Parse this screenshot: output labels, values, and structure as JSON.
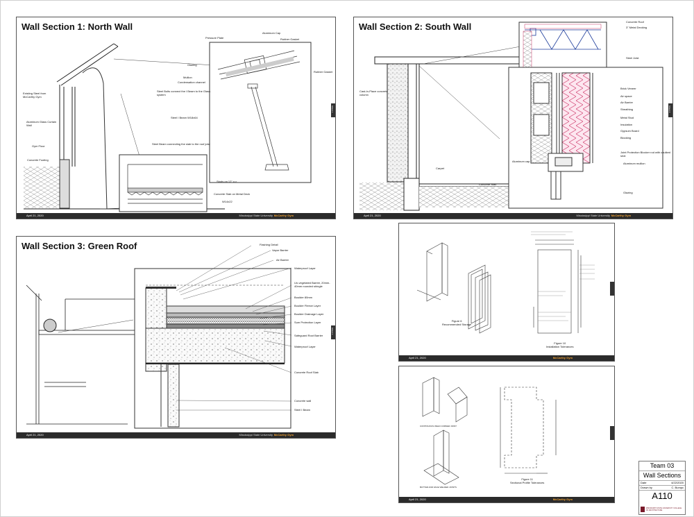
{
  "sheets": {
    "north": {
      "title": "Wall Section 1: North Wall",
      "labels": [
        "Pressure Plate",
        "Aluminum Cap",
        "Rubber Gasket",
        "Glazing",
        "Rubber Gasket",
        "Mullion",
        "Condensation channel",
        "Steel Bolts connect the I Beam to the Glass system",
        "Steel I Beam W18x64",
        "Existing Steel from McCarthy Gym",
        "Aluminum Glass Curtain Wall",
        "Gym Floor",
        "Concrete Footing",
        "Steel Beam connecting the slab to the roof joist",
        "Studs on 12\" o.c.",
        "Concrete Slab on Metal Deck",
        "W14x22"
      ],
      "date": "April 21, 2020",
      "school": "Mississippi State University",
      "project": "McCarthy Gym",
      "tab": "Sheet 1"
    },
    "south": {
      "title": "Wall Section 2: South Wall",
      "labels": [
        "Concrete Roof",
        "3\" Metal Decking",
        "Steel Joist",
        "Cast-In-Place concrete column",
        "Brick Veneer",
        "Air space",
        "Air Barrier",
        "Sheathing",
        "Metal Stud",
        "Insulation",
        "Gypsum Board",
        "Blocking",
        "Joint Protection Blocker rod with caulked seal",
        "Aluminum cap",
        "Aluminum mullion",
        "Carpet",
        "Concrete Slab",
        "Glazing"
      ],
      "date": "April 21, 2020",
      "school": "Mississippi State University",
      "project": "McCarthy Gym",
      "tab": "Sheet 2"
    },
    "green": {
      "title": "Wall Section 3: Green Roof",
      "labels": [
        "Flashing Detail",
        "Vapor Barrier",
        "Air Barrier",
        "Waterproof Layer",
        "Un-vegetated Barrier, 20mm-40mm rounded shingle",
        "Boulder 80mm",
        "Boulder Fleece Layer",
        "Boulder Drainage Layer",
        "Sum Protection Layer",
        "Safeguard Root Barrier",
        "Waterproof Layer",
        "Concrete Roof Slab",
        "Concrete wall",
        "Steel I Beam"
      ],
      "date": "April 21, 2020",
      "school": "Mississippi State University",
      "project": "McCarthy Gym",
      "tab": "Sheet 3"
    },
    "storage": {
      "fig1": "Figure 6\nRecommended Storage",
      "fig2": "Figure 10\nInstallation Tolerances",
      "date": "April 21, 2020",
      "project": "McCarthy Gym"
    },
    "profiles": {
      "fig1": "CONTINUOUS WELD CORNER JOINT",
      "fig2": "BUTTED AND FACE WELDED JOINTS",
      "fig3": "Figure 11\nSectional Profile Tolerances",
      "date": "April 21, 2020",
      "project": "McCarthy Gym"
    }
  },
  "title_block": {
    "team": "Team 03",
    "sheet_name": "Wall Sections",
    "date_label": "Date",
    "date_value": "4/22/2020",
    "drawn_label": "Drawn by",
    "drawn_value": "C. Bumpc",
    "sheet_number": "A110",
    "logo_text": "MISSISSIPPI STATE UNIVERSITY COLLEGE OF ARCHITECTURE"
  },
  "colors": {
    "accent": "#f0a030",
    "footer": "#2b2b2b",
    "logo": "#7a1a2a"
  }
}
